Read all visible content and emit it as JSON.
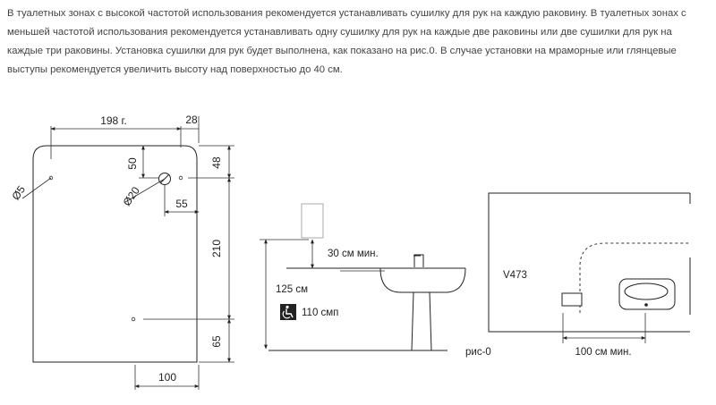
{
  "intro_text": "В туалетных зонах с высокой частотой использования рекомендуется устанавливать сушилку для рук на каждую раковину. В туалетных зонах с меньшей частотой использования рекомендуется устанавливать одну сушилку для рук на каждые две раковины или две сушилки для рук на каждые три раковины. Установка сушилки для рук будет выполнена, как показано на рис.0. В случае установки на мраморные или глянцевые выступы рекомендуется увеличить высоту над поверхностью до 40 см.",
  "panel": {
    "dim_width": "198 г.",
    "dim_28": "28",
    "dim_50": "50",
    "dim_48": "48",
    "dim_d5": "Ø5",
    "dim_d20": "Ø20",
    "dim_55": "55",
    "dim_210": "210",
    "dim_65": "65",
    "dim_100": "100"
  },
  "side": {
    "min_gap": "30 см мин.",
    "height": "125 см",
    "accessible_height": "110 смп",
    "wheelchair_icon": "wheelchair-icon"
  },
  "plan": {
    "model": "V473",
    "min_distance": "100 см мин."
  },
  "caption": "рис-0"
}
